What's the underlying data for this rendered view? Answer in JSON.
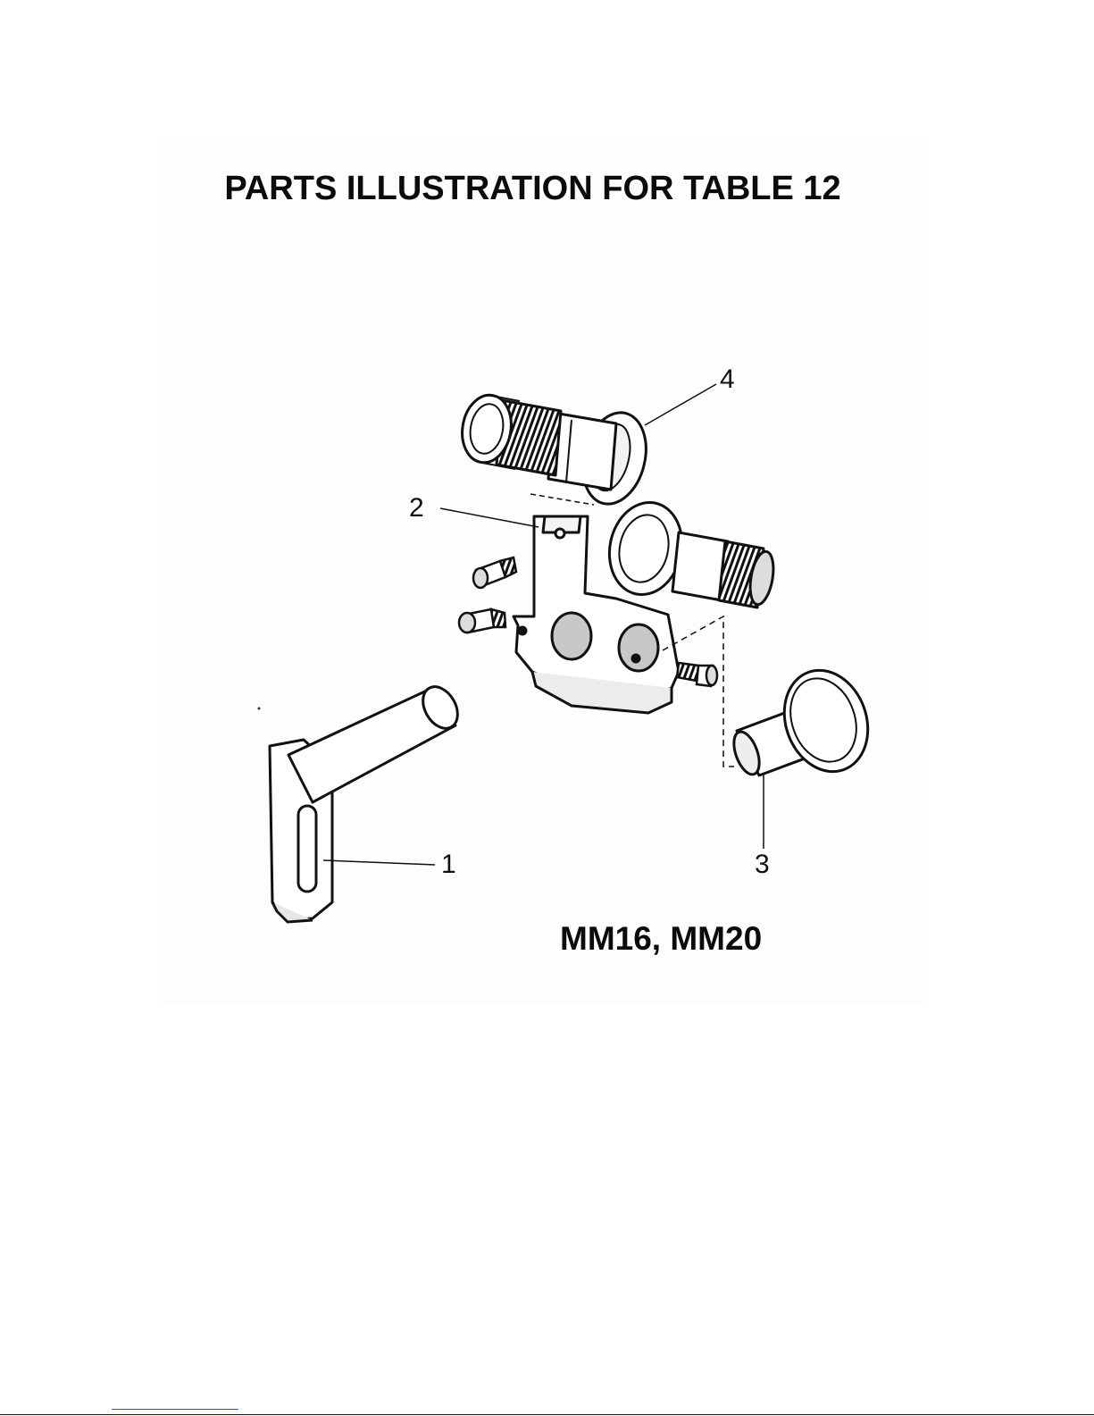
{
  "document": {
    "title": "PARTS ILLUSTRATION FOR TABLE 12",
    "model": "MM16, MM20"
  },
  "diagram": {
    "callouts": [
      {
        "id": "part-1",
        "label": "1"
      },
      {
        "id": "part-2",
        "label": "2"
      },
      {
        "id": "part-3",
        "label": "3"
      },
      {
        "id": "part-4",
        "label": "4"
      }
    ],
    "colors": {
      "ink": "#111111",
      "paper": "#ffffff",
      "shade": "#bdbdbd"
    }
  }
}
